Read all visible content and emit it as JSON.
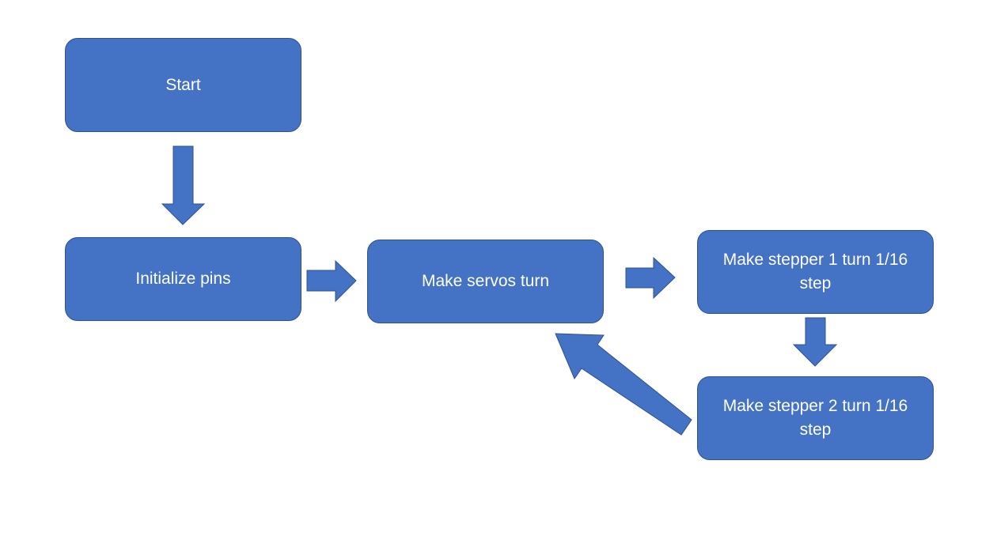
{
  "colors": {
    "shape_fill": "#4472c4",
    "shape_border": "#2f528f",
    "text": "#ffffff",
    "background": "#ffffff"
  },
  "nodes": {
    "start": "Start",
    "init": "Initialize pins",
    "servos": "Make servos turn",
    "stepper1": "Make stepper 1 turn 1/16 step",
    "stepper2": "Make stepper 2 turn 1/16 step"
  },
  "connections": [
    {
      "from": "start",
      "to": "init"
    },
    {
      "from": "init",
      "to": "servos"
    },
    {
      "from": "servos",
      "to": "stepper1"
    },
    {
      "from": "stepper1",
      "to": "stepper2"
    },
    {
      "from": "stepper2",
      "to": "servos"
    }
  ]
}
